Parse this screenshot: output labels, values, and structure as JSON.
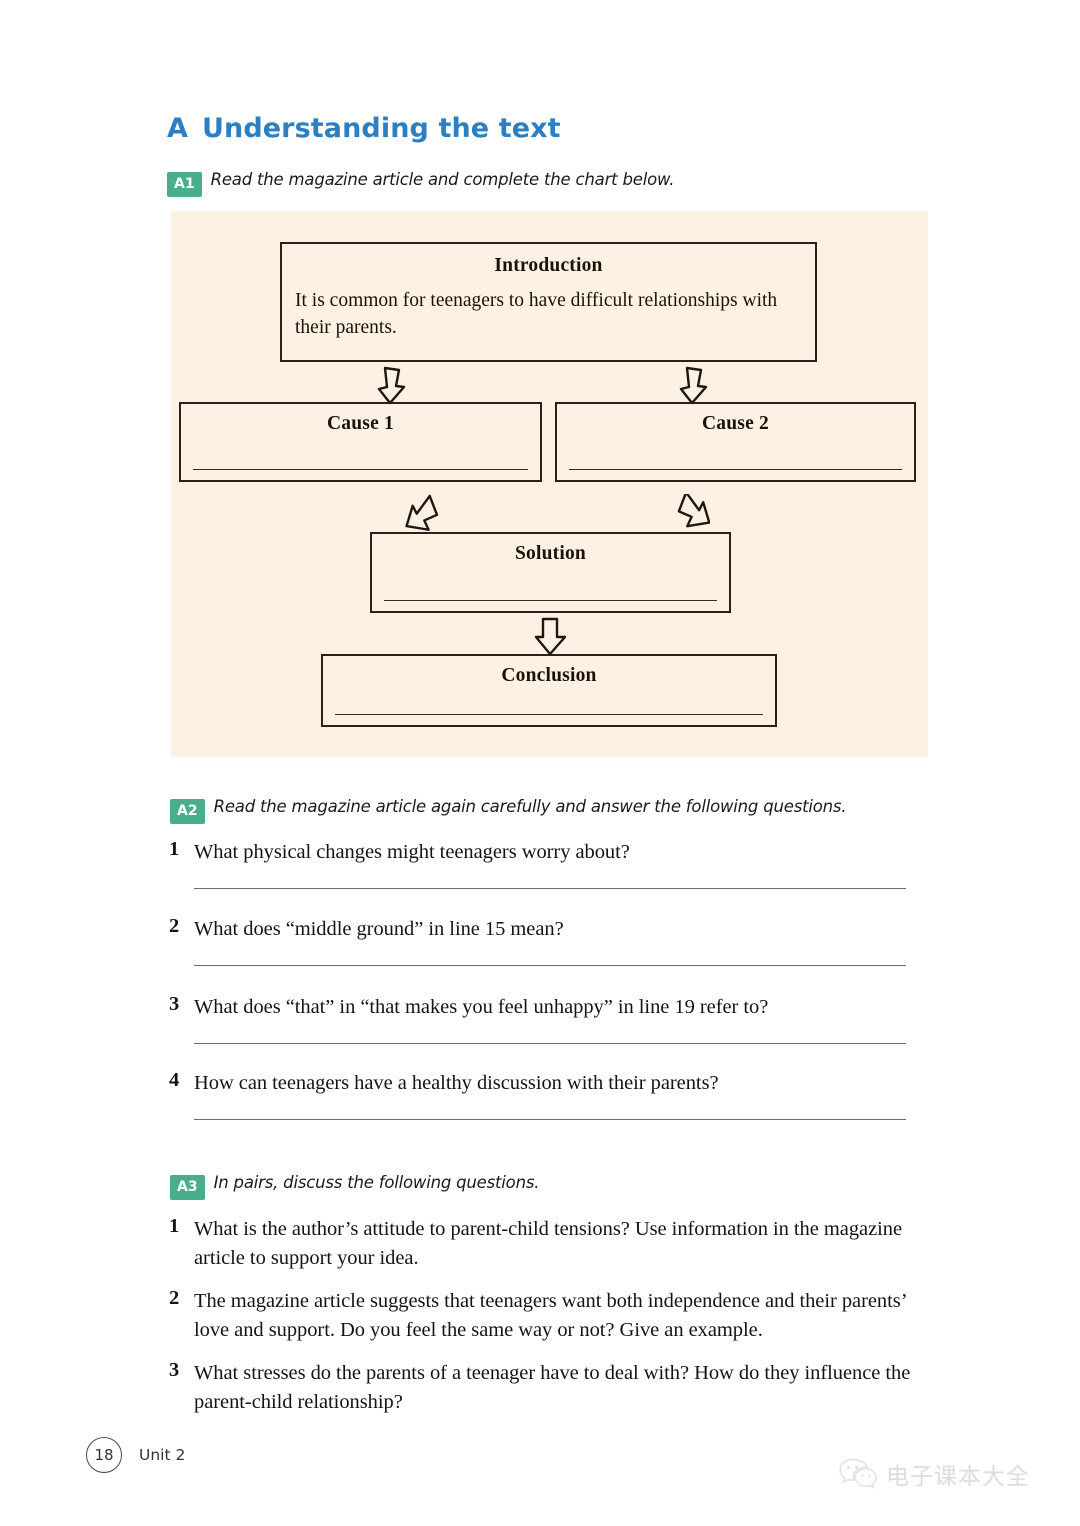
{
  "section": {
    "letter": "A",
    "title": "Understanding the text"
  },
  "tasks": {
    "a1": {
      "badge": "A1",
      "instruction": "Read the magazine article and complete the chart below."
    },
    "a2": {
      "badge": "A2",
      "instruction": "Read the magazine article again carefully and answer the following questions."
    },
    "a3": {
      "badge": "A3",
      "instruction": "In pairs, discuss the following questions."
    }
  },
  "chart_data": {
    "type": "diagram",
    "title": "",
    "background": "#FDF1E3",
    "nodes": [
      {
        "id": "introduction",
        "label": "Introduction",
        "body": "It is common for teenagers to have difficult relationships with their parents.",
        "blank": false
      },
      {
        "id": "cause1",
        "label": "Cause 1",
        "body": "",
        "blank": true
      },
      {
        "id": "cause2",
        "label": "Cause 2",
        "body": "",
        "blank": true
      },
      {
        "id": "solution",
        "label": "Solution",
        "body": "",
        "blank": true
      },
      {
        "id": "conclusion",
        "label": "Conclusion",
        "body": "",
        "blank": true
      }
    ],
    "edges": [
      {
        "from": "introduction",
        "to": "cause1",
        "style": "down-arrow"
      },
      {
        "from": "introduction",
        "to": "cause2",
        "style": "down-arrow"
      },
      {
        "from": "cause1",
        "to": "solution",
        "style": "diagonal-down-right-arrow"
      },
      {
        "from": "cause2",
        "to": "solution",
        "style": "diagonal-down-left-arrow"
      },
      {
        "from": "solution",
        "to": "conclusion",
        "style": "down-arrow"
      }
    ]
  },
  "a2_questions": [
    {
      "num": "1",
      "text": "What physical changes might teenagers worry about?"
    },
    {
      "num": "2",
      "text": "What does “middle ground” in line 15 mean?"
    },
    {
      "num": "3",
      "text": "What does “that” in “that makes you feel unhappy” in line 19 refer to?"
    },
    {
      "num": "4",
      "text": "How can teenagers have a healthy discussion with their parents?"
    }
  ],
  "a3_questions": [
    {
      "num": "1",
      "text": "What is the author’s attitude to parent-child tensions? Use information in the magazine article to support your idea."
    },
    {
      "num": "2",
      "text": "The magazine article suggests that teenagers want both independence and their parents’ love and support. Do you feel the same way or not? Give an example."
    },
    {
      "num": "3",
      "text": "What stresses do the parents of a teenager have to deal with? How do they influence the parent-child relationship?"
    }
  ],
  "footer": {
    "page_number": "18",
    "unit": "Unit 2"
  },
  "watermark": {
    "text": "电子课本大全"
  },
  "colors": {
    "heading_blue": "#2E7FC2",
    "badge_green": "#4AAE8C",
    "panel_cream": "#FDF1E3",
    "box_border": "#2b2118"
  }
}
